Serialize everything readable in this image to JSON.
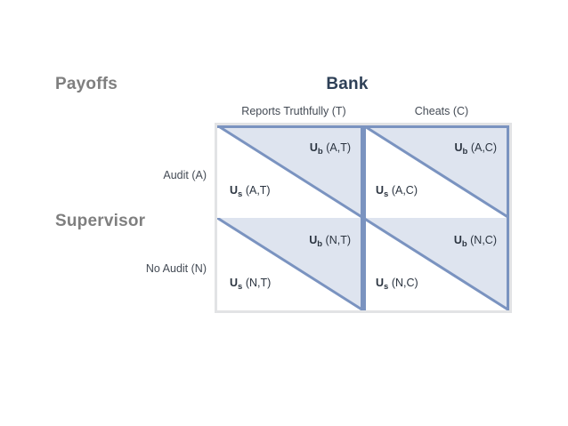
{
  "title": "Payoffs",
  "players": {
    "row_player": "Supervisor",
    "column_player": "Bank"
  },
  "colors": {
    "heading_gray": "#7f7f7f",
    "heading_navy": "#2e4057",
    "label_text": "#444b55",
    "diagonal_blue": "#7a93c0",
    "cell_border_blue": "#7a93c0",
    "shade_blue": "#dee4ef",
    "outer_frame_gray": "#e2e3e5",
    "payoff_text": "#2b3440"
  },
  "matrix": {
    "column_headers": [
      "Reports Truthfully (T)",
      "Cheats (C)"
    ],
    "row_headers": [
      "Audit (A)",
      "No Audit (N)"
    ],
    "cells": [
      [
        {
          "bank_symbol": "U",
          "bank_sub": "b",
          "bank_args": "(A,T)",
          "supervisor_symbol": "U",
          "supervisor_sub": "s",
          "supervisor_args": "(A,T)"
        },
        {
          "bank_symbol": "U",
          "bank_sub": "b",
          "bank_args": "(A,C)",
          "supervisor_symbol": "U",
          "supervisor_sub": "s",
          "supervisor_args": "(A,C)"
        }
      ],
      [
        {
          "bank_symbol": "U",
          "bank_sub": "b",
          "bank_args": "(N,T)",
          "supervisor_symbol": "U",
          "supervisor_sub": "s",
          "supervisor_args": "(N,T)"
        },
        {
          "bank_symbol": "U",
          "bank_sub": "b",
          "bank_args": "(N,C)",
          "supervisor_symbol": "U",
          "supervisor_sub": "s",
          "supervisor_args": "(N,C)"
        }
      ]
    ]
  }
}
